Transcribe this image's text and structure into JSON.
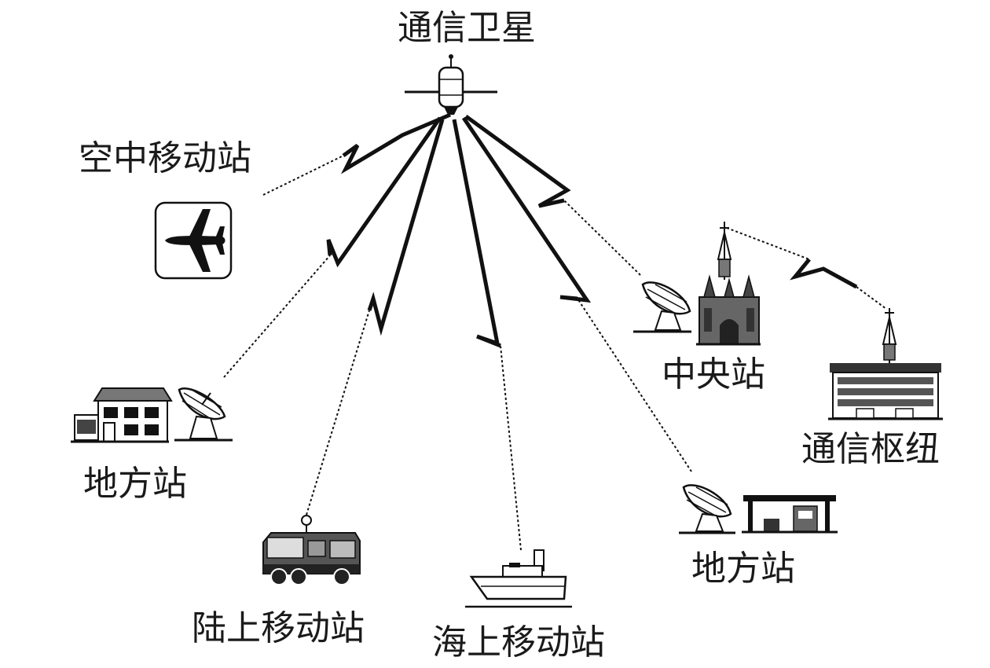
{
  "labels": {
    "satellite": "通信卫星",
    "air_station": "空中移动站",
    "central_station": "中央站",
    "hub": "通信枢纽",
    "local_station_left": "地方站",
    "local_station_right": "地方站",
    "land_station": "陆上移动站",
    "sea_station": "海上移动站"
  },
  "colors": {
    "ink": "#111111",
    "background": "#ffffff"
  },
  "icons": [
    "satellite-icon",
    "airplane-icon",
    "house-icon",
    "dish-icon",
    "truck-icon",
    "ship-icon",
    "cathedral-icon",
    "antenna-tower-icon",
    "building-icon",
    "gas-station-icon"
  ]
}
